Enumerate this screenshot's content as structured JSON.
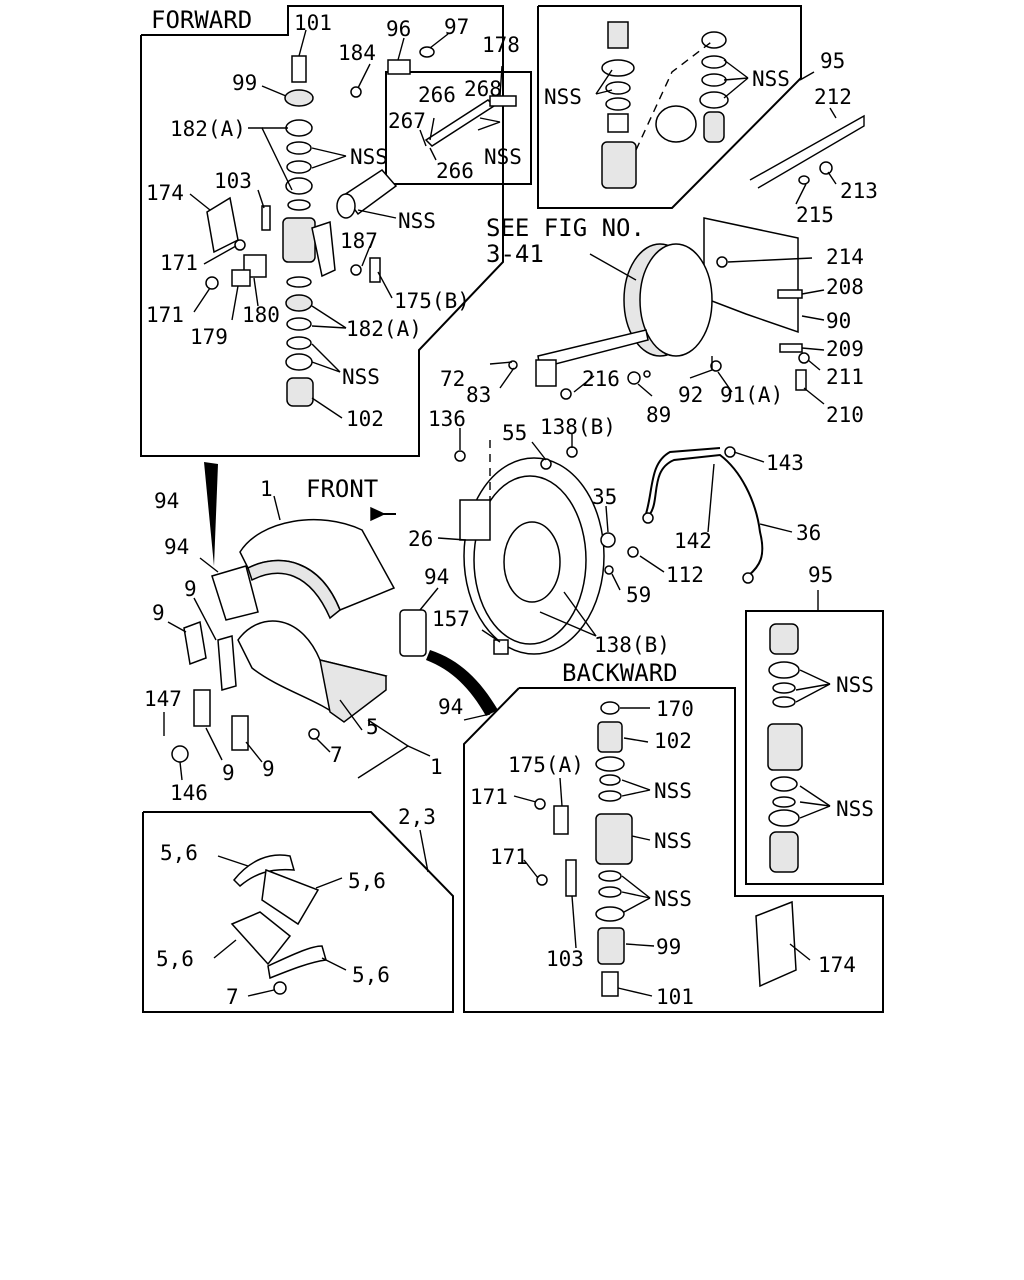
{
  "headers": {
    "forward": "FORWARD",
    "backward": "BACKWARD",
    "front": "FRONT",
    "see_fig_line1": "SEE FIG NO.",
    "see_fig_line2": "3-41"
  },
  "callouts": [
    {
      "id": "c1",
      "text": "101"
    },
    {
      "id": "c2",
      "text": "96"
    },
    {
      "id": "c3",
      "text": "97"
    },
    {
      "id": "c4",
      "text": "178"
    },
    {
      "id": "c5",
      "text": "184"
    },
    {
      "id": "c6",
      "text": "99"
    },
    {
      "id": "c7",
      "text": "266"
    },
    {
      "id": "c8",
      "text": "268"
    },
    {
      "id": "c9",
      "text": "267"
    },
    {
      "id": "c10",
      "text": "NSS"
    },
    {
      "id": "c11",
      "text": "266"
    },
    {
      "id": "c12",
      "text": "182(A)"
    },
    {
      "id": "c13",
      "text": "NSS"
    },
    {
      "id": "c14",
      "text": "174"
    },
    {
      "id": "c15",
      "text": "103"
    },
    {
      "id": "c16",
      "text": "NSS"
    },
    {
      "id": "c17",
      "text": "171"
    },
    {
      "id": "c18",
      "text": "187"
    },
    {
      "id": "c19",
      "text": "175(B)"
    },
    {
      "id": "c20",
      "text": "171"
    },
    {
      "id": "c21",
      "text": "180"
    },
    {
      "id": "c22",
      "text": "182(A)"
    },
    {
      "id": "c23",
      "text": "179"
    },
    {
      "id": "c24",
      "text": "NSS"
    },
    {
      "id": "c25",
      "text": "102"
    },
    {
      "id": "c26",
      "text": "NSS"
    },
    {
      "id": "c27",
      "text": "NSS"
    },
    {
      "id": "c28",
      "text": "95"
    },
    {
      "id": "c29",
      "text": "212"
    },
    {
      "id": "c30",
      "text": "213"
    },
    {
      "id": "c31",
      "text": "215"
    },
    {
      "id": "c32",
      "text": "214"
    },
    {
      "id": "c33",
      "text": "208"
    },
    {
      "id": "c34",
      "text": "90"
    },
    {
      "id": "c35",
      "text": "209"
    },
    {
      "id": "c36",
      "text": "211"
    },
    {
      "id": "c37",
      "text": "210"
    },
    {
      "id": "c38",
      "text": "72"
    },
    {
      "id": "c39",
      "text": "83"
    },
    {
      "id": "c40",
      "text": "216"
    },
    {
      "id": "c41",
      "text": "89"
    },
    {
      "id": "c42",
      "text": "92"
    },
    {
      "id": "c43",
      "text": "91(A)"
    },
    {
      "id": "c44",
      "text": "136"
    },
    {
      "id": "c45",
      "text": "55"
    },
    {
      "id": "c46",
      "text": "138(B)"
    },
    {
      "id": "c47",
      "text": "143"
    },
    {
      "id": "c48",
      "text": "94"
    },
    {
      "id": "c49",
      "text": "1"
    },
    {
      "id": "c50",
      "text": "35"
    },
    {
      "id": "c51",
      "text": "26"
    },
    {
      "id": "c52",
      "text": "142"
    },
    {
      "id": "c53",
      "text": "36"
    },
    {
      "id": "c54",
      "text": "94"
    },
    {
      "id": "c55",
      "text": "112"
    },
    {
      "id": "c56",
      "text": "94"
    },
    {
      "id": "c57",
      "text": "95"
    },
    {
      "id": "c58",
      "text": "9"
    },
    {
      "id": "c59",
      "text": "9"
    },
    {
      "id": "c60",
      "text": "59"
    },
    {
      "id": "c61",
      "text": "157"
    },
    {
      "id": "c62",
      "text": "138(B)"
    },
    {
      "id": "c63",
      "text": "NSS"
    },
    {
      "id": "c64",
      "text": "147"
    },
    {
      "id": "c65",
      "text": "94"
    },
    {
      "id": "c66",
      "text": "170"
    },
    {
      "id": "c67",
      "text": "5"
    },
    {
      "id": "c68",
      "text": "102"
    },
    {
      "id": "c69",
      "text": "9"
    },
    {
      "id": "c70",
      "text": "9"
    },
    {
      "id": "c71",
      "text": "7"
    },
    {
      "id": "c72",
      "text": "1"
    },
    {
      "id": "c73",
      "text": "146"
    },
    {
      "id": "c74",
      "text": "175(A)"
    },
    {
      "id": "c75",
      "text": "NSS"
    },
    {
      "id": "c76",
      "text": "171"
    },
    {
      "id": "c77",
      "text": "NSS"
    },
    {
      "id": "c78",
      "text": "2,3"
    },
    {
      "id": "c79",
      "text": "NSS"
    },
    {
      "id": "c80",
      "text": "5,6"
    },
    {
      "id": "c81",
      "text": "171"
    },
    {
      "id": "c82",
      "text": "5,6"
    },
    {
      "id": "c83",
      "text": "NSS"
    },
    {
      "id": "c84",
      "text": "99"
    },
    {
      "id": "c85",
      "text": "5,6"
    },
    {
      "id": "c86",
      "text": "103"
    },
    {
      "id": "c87",
      "text": "5,6"
    },
    {
      "id": "c88",
      "text": "174"
    },
    {
      "id": "c89",
      "text": "7"
    },
    {
      "id": "c90",
      "text": "101"
    }
  ]
}
